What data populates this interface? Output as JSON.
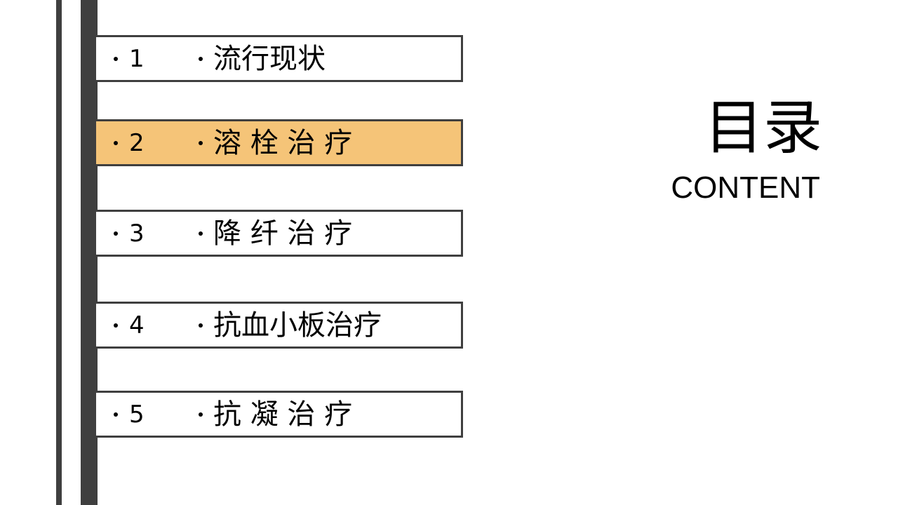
{
  "header": {
    "title": "目录",
    "subtitle": "CONTENT"
  },
  "colors": {
    "rail": "#3f3f3f",
    "highlight": "#f5c478"
  },
  "menu": {
    "items": [
      {
        "number": "1",
        "label": "流行现状"
      },
      {
        "number": "2",
        "label": "溶 栓 治 疗",
        "active": true
      },
      {
        "number": "3",
        "label": "降 纤 治 疗"
      },
      {
        "number": "4",
        "label": "抗血小板治疗"
      },
      {
        "number": "5",
        "label": "抗 凝 治 疗"
      }
    ]
  }
}
